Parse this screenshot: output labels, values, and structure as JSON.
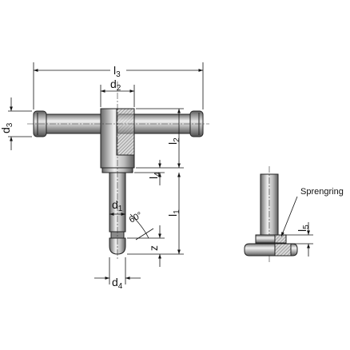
{
  "labels": {
    "l3": {
      "base": "l",
      "sub": "3"
    },
    "d2": {
      "base": "d",
      "sub": "2"
    },
    "d3": {
      "base": "d",
      "sub": "3"
    },
    "l2": {
      "base": "l",
      "sub": "2"
    },
    "l4": {
      "base": "l",
      "sub": "4"
    },
    "d1": {
      "base": "d",
      "sub": "1"
    },
    "l1": {
      "base": "l",
      "sub": "1"
    },
    "angle": "60°",
    "z": "z",
    "d4": {
      "base": "d",
      "sub": "4"
    },
    "l5": {
      "base": "l",
      "sub": "5"
    },
    "sprengring": "Sprengring"
  }
}
